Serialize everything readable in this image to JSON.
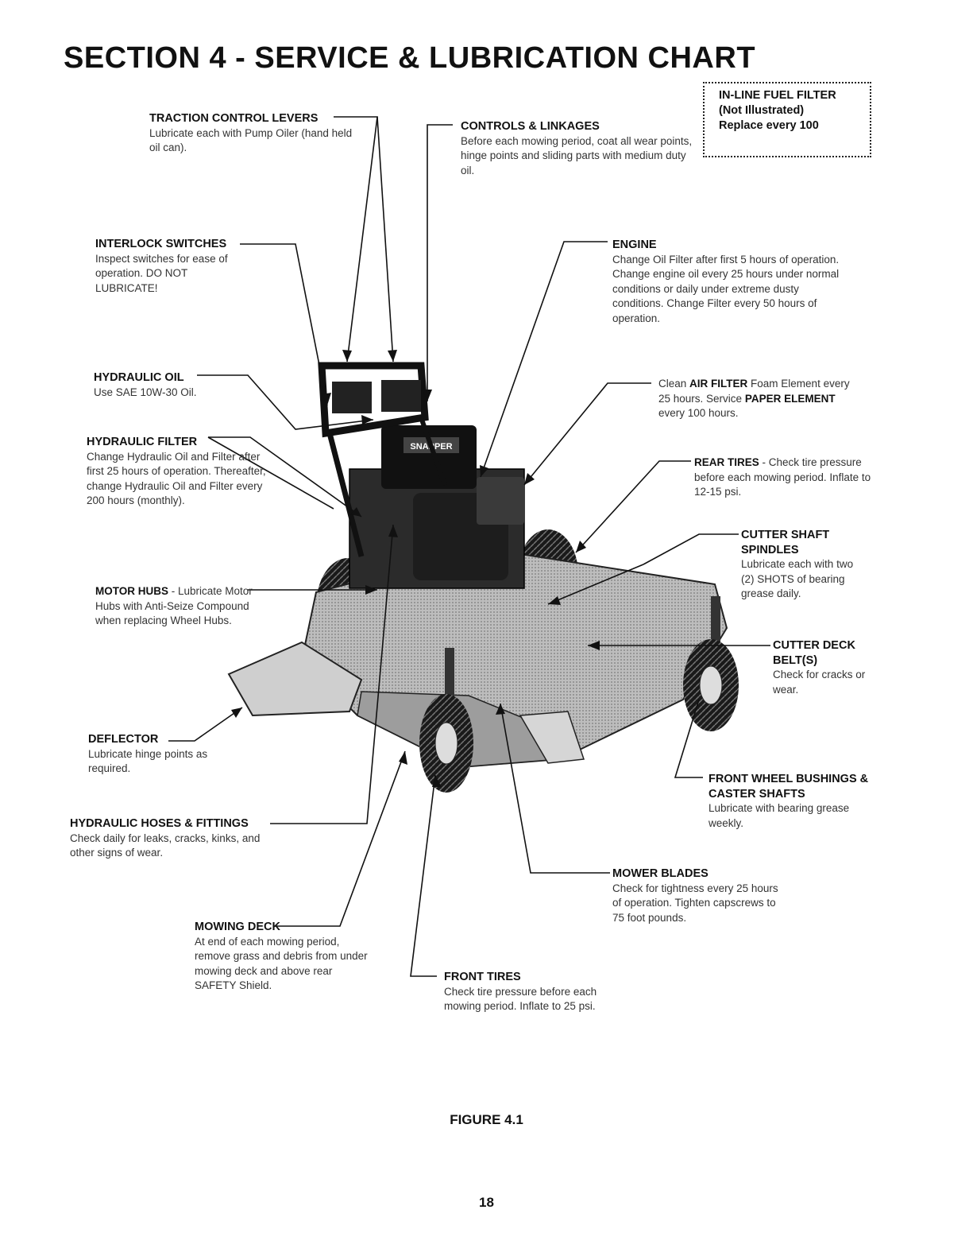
{
  "page": {
    "title": "SECTION 4 - SERVICE & LUBRICATION CHART",
    "figure_caption": "FIGURE 4.1",
    "page_number": "18"
  },
  "machine": {
    "brand_decal": "SNAPPER"
  },
  "callouts": {
    "fuel_filter": {
      "line1": "IN-LINE FUEL FILTER",
      "line2": "(Not Illustrated)",
      "line3": "Replace every 100"
    },
    "traction_levers": {
      "head": "TRACTION CONTROL LEVERS",
      "body": "Lubricate each with Pump Oiler (hand held oil can)."
    },
    "controls_linkages": {
      "head": "CONTROLS & LINKAGES",
      "body": "Before each mowing period, coat all wear points, hinge points and sliding parts with medium duty oil."
    },
    "interlock_switches": {
      "head": "INTERLOCK SWITCHES",
      "body": "Inspect switches for ease of operation. DO NOT LUBRICATE!"
    },
    "engine": {
      "head": "ENGINE",
      "body": "Change Oil Filter after first 5 hours of operation. Change engine oil every 25 hours under normal conditions or daily under extreme dusty conditions. Change Filter every 50 hours of operation."
    },
    "hydraulic_oil": {
      "head": "HYDRAULIC OIL",
      "body": "Use SAE 10W-30 Oil."
    },
    "air_filter": {
      "t1": "Clean ",
      "b1": "AIR FILTER",
      "t2": " Foam Element every 25 hours. Service ",
      "b2": "PAPER ELEMENT",
      "t3": " every 100 hours."
    },
    "hydraulic_filter": {
      "head": "HYDRAULIC FILTER",
      "body": "Change Hydraulic Oil and Filter after first 25 hours of operation. Thereafter, change Hydraulic Oil and Filter every 200 hours (monthly)."
    },
    "rear_tires": {
      "b1": "REAR TIRES",
      "t1": " - Check tire pressure before each mowing period. Inflate to 12-15 psi."
    },
    "cutter_spindles": {
      "head": "CUTTER SHAFT SPINDLES",
      "body": "Lubricate each with two (2) SHOTS of bearing grease daily."
    },
    "motor_hubs": {
      "b1": "MOTOR HUBS",
      "t1": " - Lubricate Motor Hubs with Anti-Seize Compound when replacing Wheel Hubs."
    },
    "cutter_belts": {
      "head": "CUTTER DECK BELT(S)",
      "body": "Check for cracks or wear."
    },
    "deflector": {
      "head": "DEFLECTOR",
      "body": "Lubricate hinge points as required."
    },
    "front_wheel_bushings": {
      "head": "FRONT WHEEL BUSHINGS & CASTER SHAFTS",
      "body": "Lubricate with bearing grease weekly."
    },
    "hydraulic_hoses": {
      "head": "HYDRAULIC HOSES & FITTINGS",
      "body": "Check daily for leaks, cracks, kinks, and other signs of wear."
    },
    "mower_blades": {
      "head": "MOWER BLADES",
      "body": "Check for tightness every 25 hours of operation. Tighten capscrews to 75 foot pounds."
    },
    "mowing_deck": {
      "head": "MOWING DECK",
      "body": "At end of each mowing period, remove grass and debris from under mowing deck and above rear SAFETY Shield."
    },
    "front_tires": {
      "head": "FRONT TIRES",
      "body": "Check tire pressure before each mowing period. Inflate to 25 psi."
    }
  }
}
